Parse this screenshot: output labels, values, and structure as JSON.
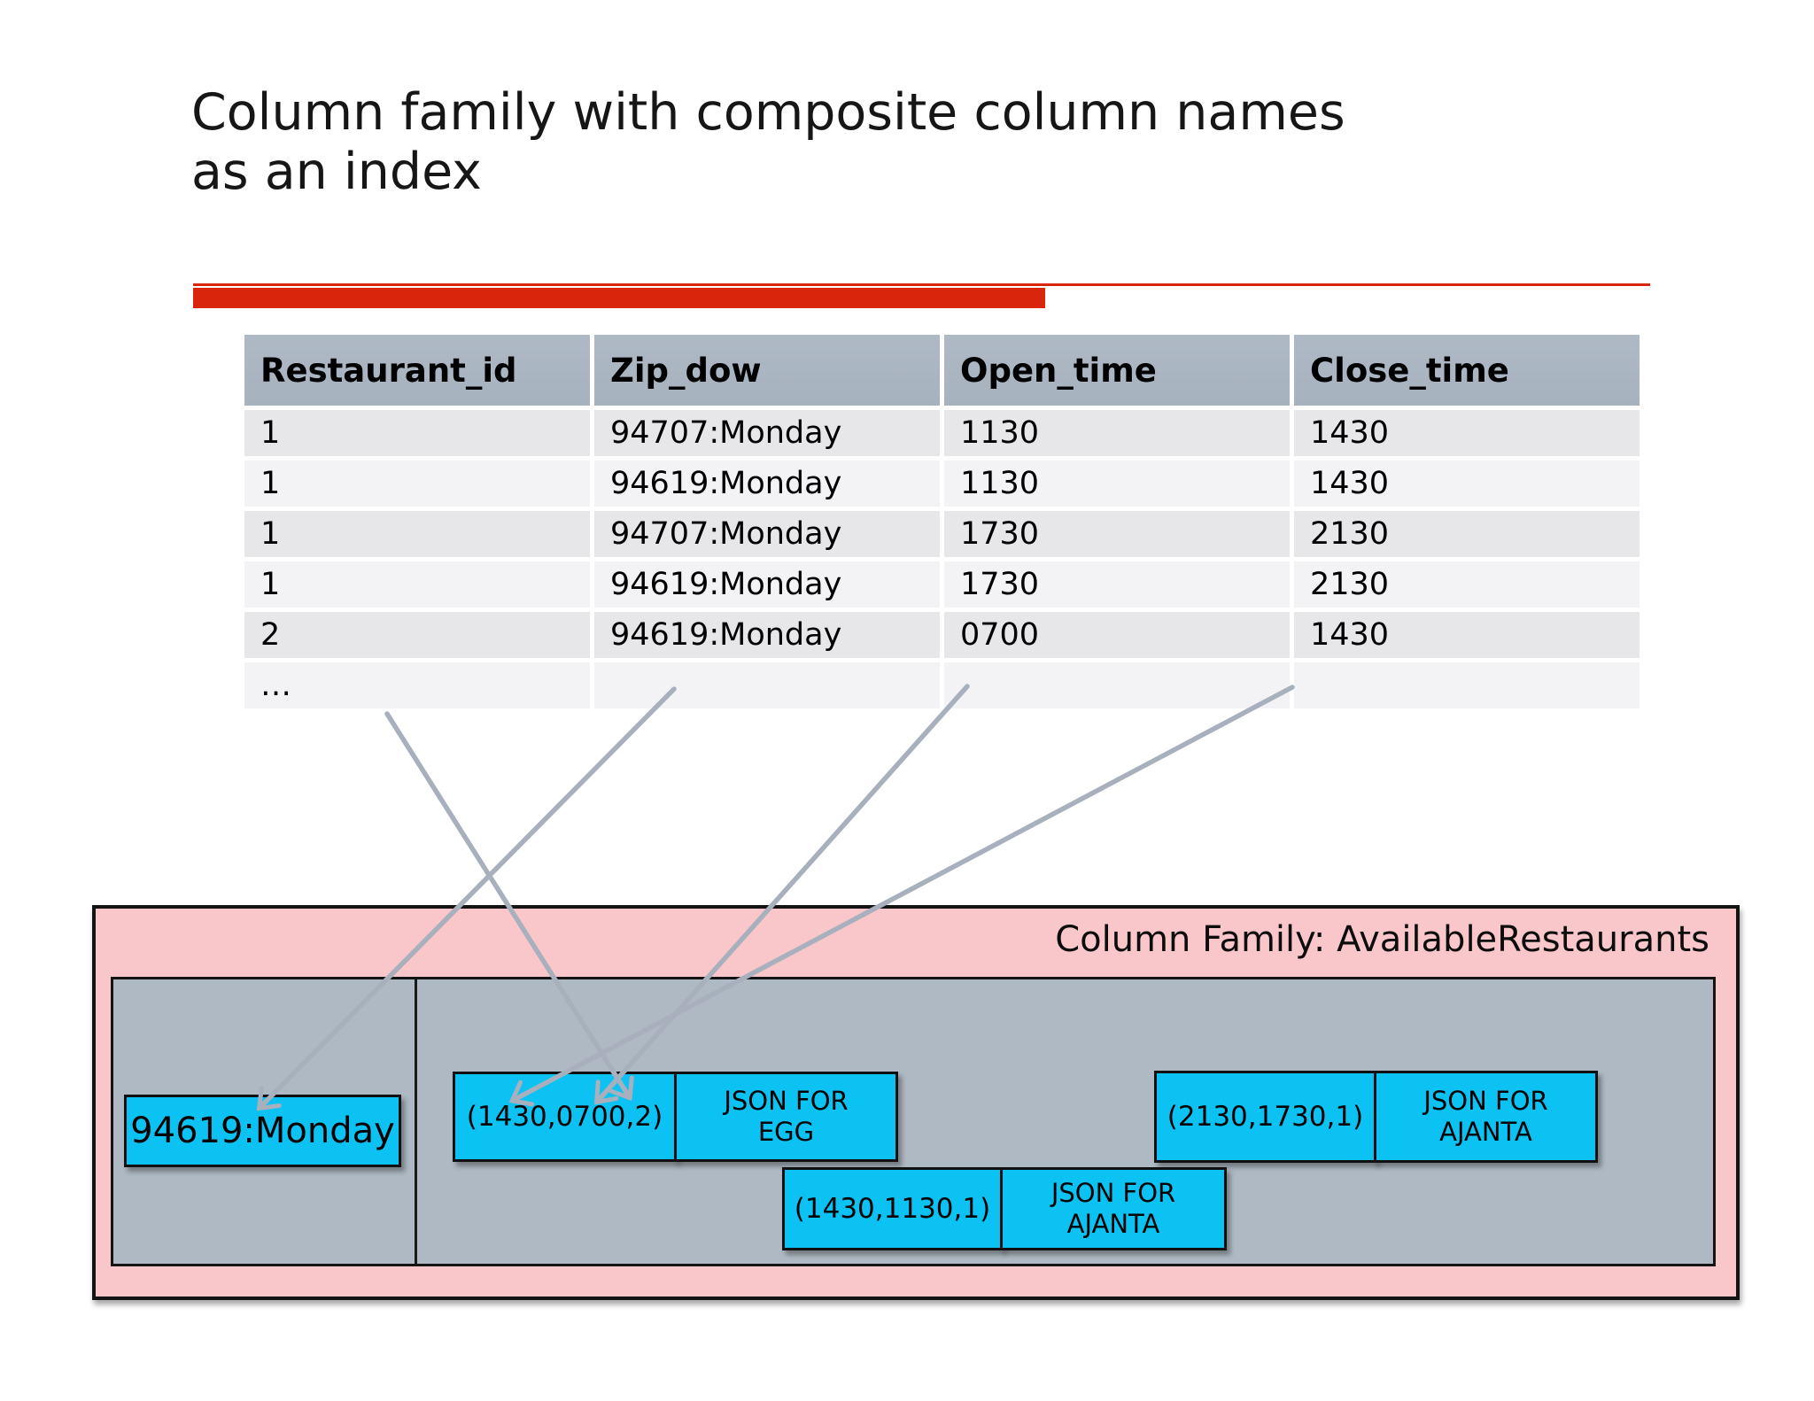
{
  "slide": {
    "title": "Column family with composite column names as an index"
  },
  "table": {
    "headers": [
      "Restaurant_id",
      "Zip_dow",
      "Open_time",
      "Close_time"
    ],
    "rows": [
      [
        "1",
        "94707:Monday",
        "1130",
        "1430"
      ],
      [
        "1",
        "94619:Monday",
        "1130",
        "1430"
      ],
      [
        "1",
        "94707:Monday",
        "1730",
        "2130"
      ],
      [
        "1",
        "94619:Monday",
        "1730",
        "2130"
      ],
      [
        "2",
        "94619:Monday",
        "0700",
        "1430"
      ],
      [
        "…",
        "",
        "",
        ""
      ]
    ]
  },
  "column_family": {
    "label": "Column Family: AvailableRestaurants",
    "row_key": "94619:Monday",
    "columns": [
      {
        "name": "(1430,0700,2)",
        "value": "JSON FOR EGG"
      },
      {
        "name": "(2130,1730,1)",
        "value": "JSON FOR AJANTA"
      },
      {
        "name": "(1430,1130,1)",
        "value": "JSON FOR AJANTA"
      }
    ]
  },
  "colors": {
    "accent_red": "#da250d",
    "table_header": "#a9b5c1",
    "row_dark": "#e7e7ea",
    "row_light": "#f3f3f6",
    "pink_fill": "#f9c7c9",
    "panel_gray": "#aeb9c3",
    "cell_cyan": "#0cc2f2",
    "arrow_gray": "#a8b0bd"
  }
}
